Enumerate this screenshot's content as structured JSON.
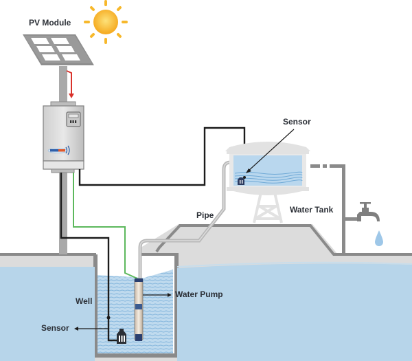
{
  "diagram": {
    "title": "Solar-powered water pumping system",
    "labels": {
      "pv_module": "PV Module",
      "sensor_tank": "Sensor",
      "water_tank": "Water Tank",
      "pipe": "Pipe",
      "well": "Well",
      "water_pump": "Water Pump",
      "sensor_well": "Sensor"
    },
    "components": [
      {
        "id": "sun",
        "icon": "sun-icon"
      },
      {
        "id": "pv-module",
        "icon": "solar-panel-icon"
      },
      {
        "id": "controller",
        "icon": "pump-controller-icon"
      },
      {
        "id": "water-tank",
        "icon": "water-tank-icon"
      },
      {
        "id": "tap",
        "icon": "faucet-icon"
      },
      {
        "id": "water-drop",
        "icon": "water-drop-icon"
      },
      {
        "id": "well-sensor",
        "icon": "level-sensor-icon"
      },
      {
        "id": "tank-sensor",
        "icon": "level-sensor-icon"
      },
      {
        "id": "submersible-pump",
        "icon": "submersible-pump-icon"
      }
    ],
    "colors": {
      "ground": "#dcdcdc",
      "ground_outline": "#8a8a8a",
      "water": "#b7d5ea",
      "water_lines": "#6fa9d6",
      "wire_dc": "#d9322b",
      "wire_signal": "#1b1b1b",
      "wire_power": "#5cb85c",
      "sun": "#f7b82b",
      "pipe": "#b8b8b8"
    }
  }
}
